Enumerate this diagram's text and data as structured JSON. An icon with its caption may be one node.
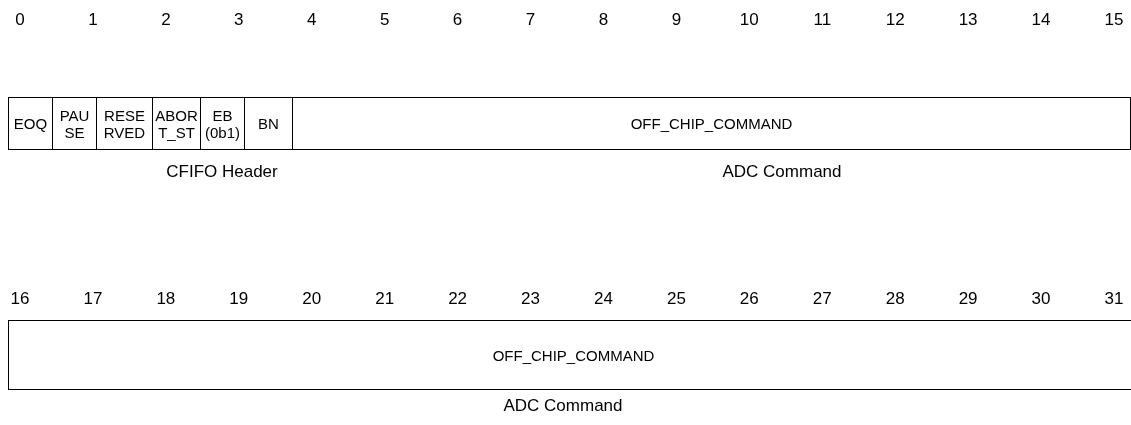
{
  "diagram": {
    "nodes": [
      {
        "text": [
          "EOQ"
        ]
      },
      {
        "text": [
          "PAUSE"
        ]
      },
      {
        "text": [
          "RESERVED"
        ]
      },
      {
        "text": [
          "ABORT_ST"
        ]
      },
      {
        "text": [
          "EB (0b1)"
        ]
      },
      {
        "text": [
          "BN"
        ]
      },
      {
        "text": [
          "OFF_CHIP_COMMAND"
        ]
      },
      {
        "text": [
          "OFF_CHIP_COMMAND"
        ]
      }
    ],
    "labels": [
      "0",
      "1",
      "2",
      "3",
      "4",
      "5",
      "6",
      "7",
      "8",
      "9",
      "10",
      "11",
      "12",
      "13",
      "14",
      "15",
      "CFIFO Header",
      "ADC Command",
      "16",
      "17",
      "18",
      "19",
      "20",
      "21",
      "22",
      "23",
      "24",
      "25",
      "26",
      "27",
      "28",
      "29",
      "30",
      "31",
      "ADC Command"
    ]
  }
}
